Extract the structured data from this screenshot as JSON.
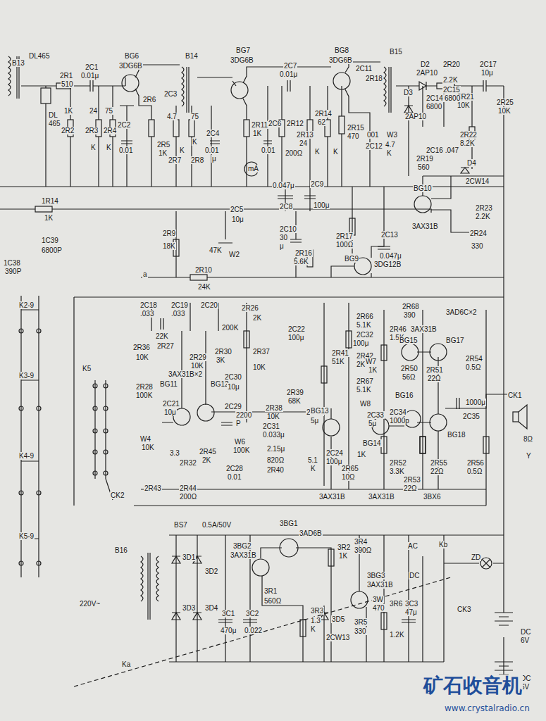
{
  "diagram": {
    "labels": [
      "B13",
      "DL465",
      "DL",
      "465",
      "2R1",
      "510",
      "2C1",
      "0.01μ",
      "BG6",
      "3DG6B",
      "B14",
      "BG7",
      "3DG6B",
      "2C7",
      "0.01μ",
      "BG8",
      "3DG6B",
      "2C11",
      "B15",
      "2R18",
      "D2",
      "2AP10",
      "2R20",
      "2.2K",
      "2C17",
      "10μ",
      "2R25",
      "10K",
      "2R21",
      "10K",
      "D3",
      "2AP10",
      "2C14",
      "6800",
      "2C15",
      "6800",
      "2R22",
      "8.2K",
      "2C16 .047",
      "2R19",
      "560",
      "W3",
      "4.7",
      "K",
      "D4",
      "2CW14",
      "BG10",
      "3AX31B",
      "2R23",
      "2.2K",
      "2R24",
      "330",
      "2R2",
      "1K",
      "2R3",
      "24",
      "K",
      "2R4",
      "75",
      "K",
      "2C2",
      "0.01",
      "2R5",
      "1K",
      "2R6",
      "2C3",
      "2R7",
      "4.7",
      "K",
      "2R8",
      "75",
      "K",
      "2C4",
      "0.01",
      "μ",
      "2R11",
      "1K",
      "mA",
      "2C6",
      "0.01",
      "2R12",
      "200Ω",
      "2R13",
      "24",
      "K",
      "2R14",
      "62",
      "K",
      "2R15",
      "470",
      "001",
      "2C12",
      "0.047μ",
      "2C8",
      "2C9",
      "100μ",
      "2C5",
      "10μ",
      "2C10",
      "30",
      "μ",
      "2R16",
      "5.6K",
      "2R17",
      "100Ω",
      "2C13",
      "0.047μ",
      "BG9",
      "3DG12B",
      "1R14",
      "1K",
      "1C39",
      "6800P",
      "1C38",
      "390P",
      "2R9",
      "18K",
      "2R10",
      "24K",
      "47K",
      "W2",
      "a",
      "2C18",
      ".033",
      "2C19",
      ".033",
      "2C20",
      "2R26",
      "2K",
      "2R36",
      "10K",
      "22K",
      "2R27",
      "2R28",
      "100K",
      "BG11",
      "3AX31B×2",
      "BG12",
      "2R29",
      "10K",
      "2R30",
      "3K",
      "200K",
      "2R37",
      "10K",
      "2C21",
      "10μ",
      "2C30",
      "10μ",
      "2C29",
      "2200",
      "P",
      "2R38",
      "10K",
      "2R39",
      "68K",
      "2C31",
      "0.033μ",
      "W6",
      "100K",
      "2C28",
      "0.01",
      "2.15μ",
      "820Ω",
      "2R40",
      "2C20",
      "5μ",
      "W4",
      "10K",
      "3.3",
      "2R32",
      "2R44",
      "200Ω",
      "2R45",
      "2K",
      "2R43",
      "2C22",
      "100μ",
      "2R41",
      "51K",
      "2R42",
      "2K",
      "2R66",
      "5.1K",
      "2C32",
      "100μ",
      "2R67",
      "5.1K",
      "W8",
      "2C33",
      "5μ",
      "BG13",
      "BG14",
      "5.1",
      "K",
      "2C24",
      "100μ",
      "1K",
      "2R65",
      "10Ω",
      "2R68",
      "390",
      "3AD6C×2",
      "2R46",
      "1.5K",
      "3AX31B",
      "BG15",
      "W7",
      "1K",
      "2R50",
      "56Ω",
      "2R51",
      "22Ω",
      "BG17",
      "2R54",
      "0.5Ω",
      "2C34",
      "1000p",
      "BG16",
      "BG18",
      "2C35",
      "1000μ",
      "CK1",
      "8Ω",
      "Y",
      "2R52",
      "3.3K",
      "2R53",
      "22Ω",
      "2R55",
      "22Ω",
      "2R56",
      "0.5Ω",
      "3AX31B",
      "3AX31B",
      "3BX6",
      "K5",
      "CK2",
      "K2-9",
      "K3-9",
      "K4-9",
      "K5-9",
      "BS7",
      "0.5A/50V",
      "3BG1",
      "3AD6B",
      "3BG2",
      "3AX31B",
      "3R2",
      "1K",
      "3R4",
      "390Ω",
      "AC",
      "Kb",
      "3D1",
      "3D2",
      "3D3",
      "3D4",
      "B16",
      "220V~",
      "Ka",
      "3R1",
      "560Ω",
      "3C1",
      "470μ",
      "3C2",
      "0.022",
      "3R3",
      "1.3",
      "K",
      "3D5",
      "2CW13",
      "3BG3",
      "3AX31B",
      "3W",
      "470",
      "3R5",
      "330",
      "3R6",
      "1.2K",
      "3C3",
      "47μ",
      "DC",
      "CK3",
      "ZD",
      "DC",
      "6V",
      "DC",
      "6V",
      "矿石收音机",
      "www.crystalradio.cn"
    ]
  }
}
